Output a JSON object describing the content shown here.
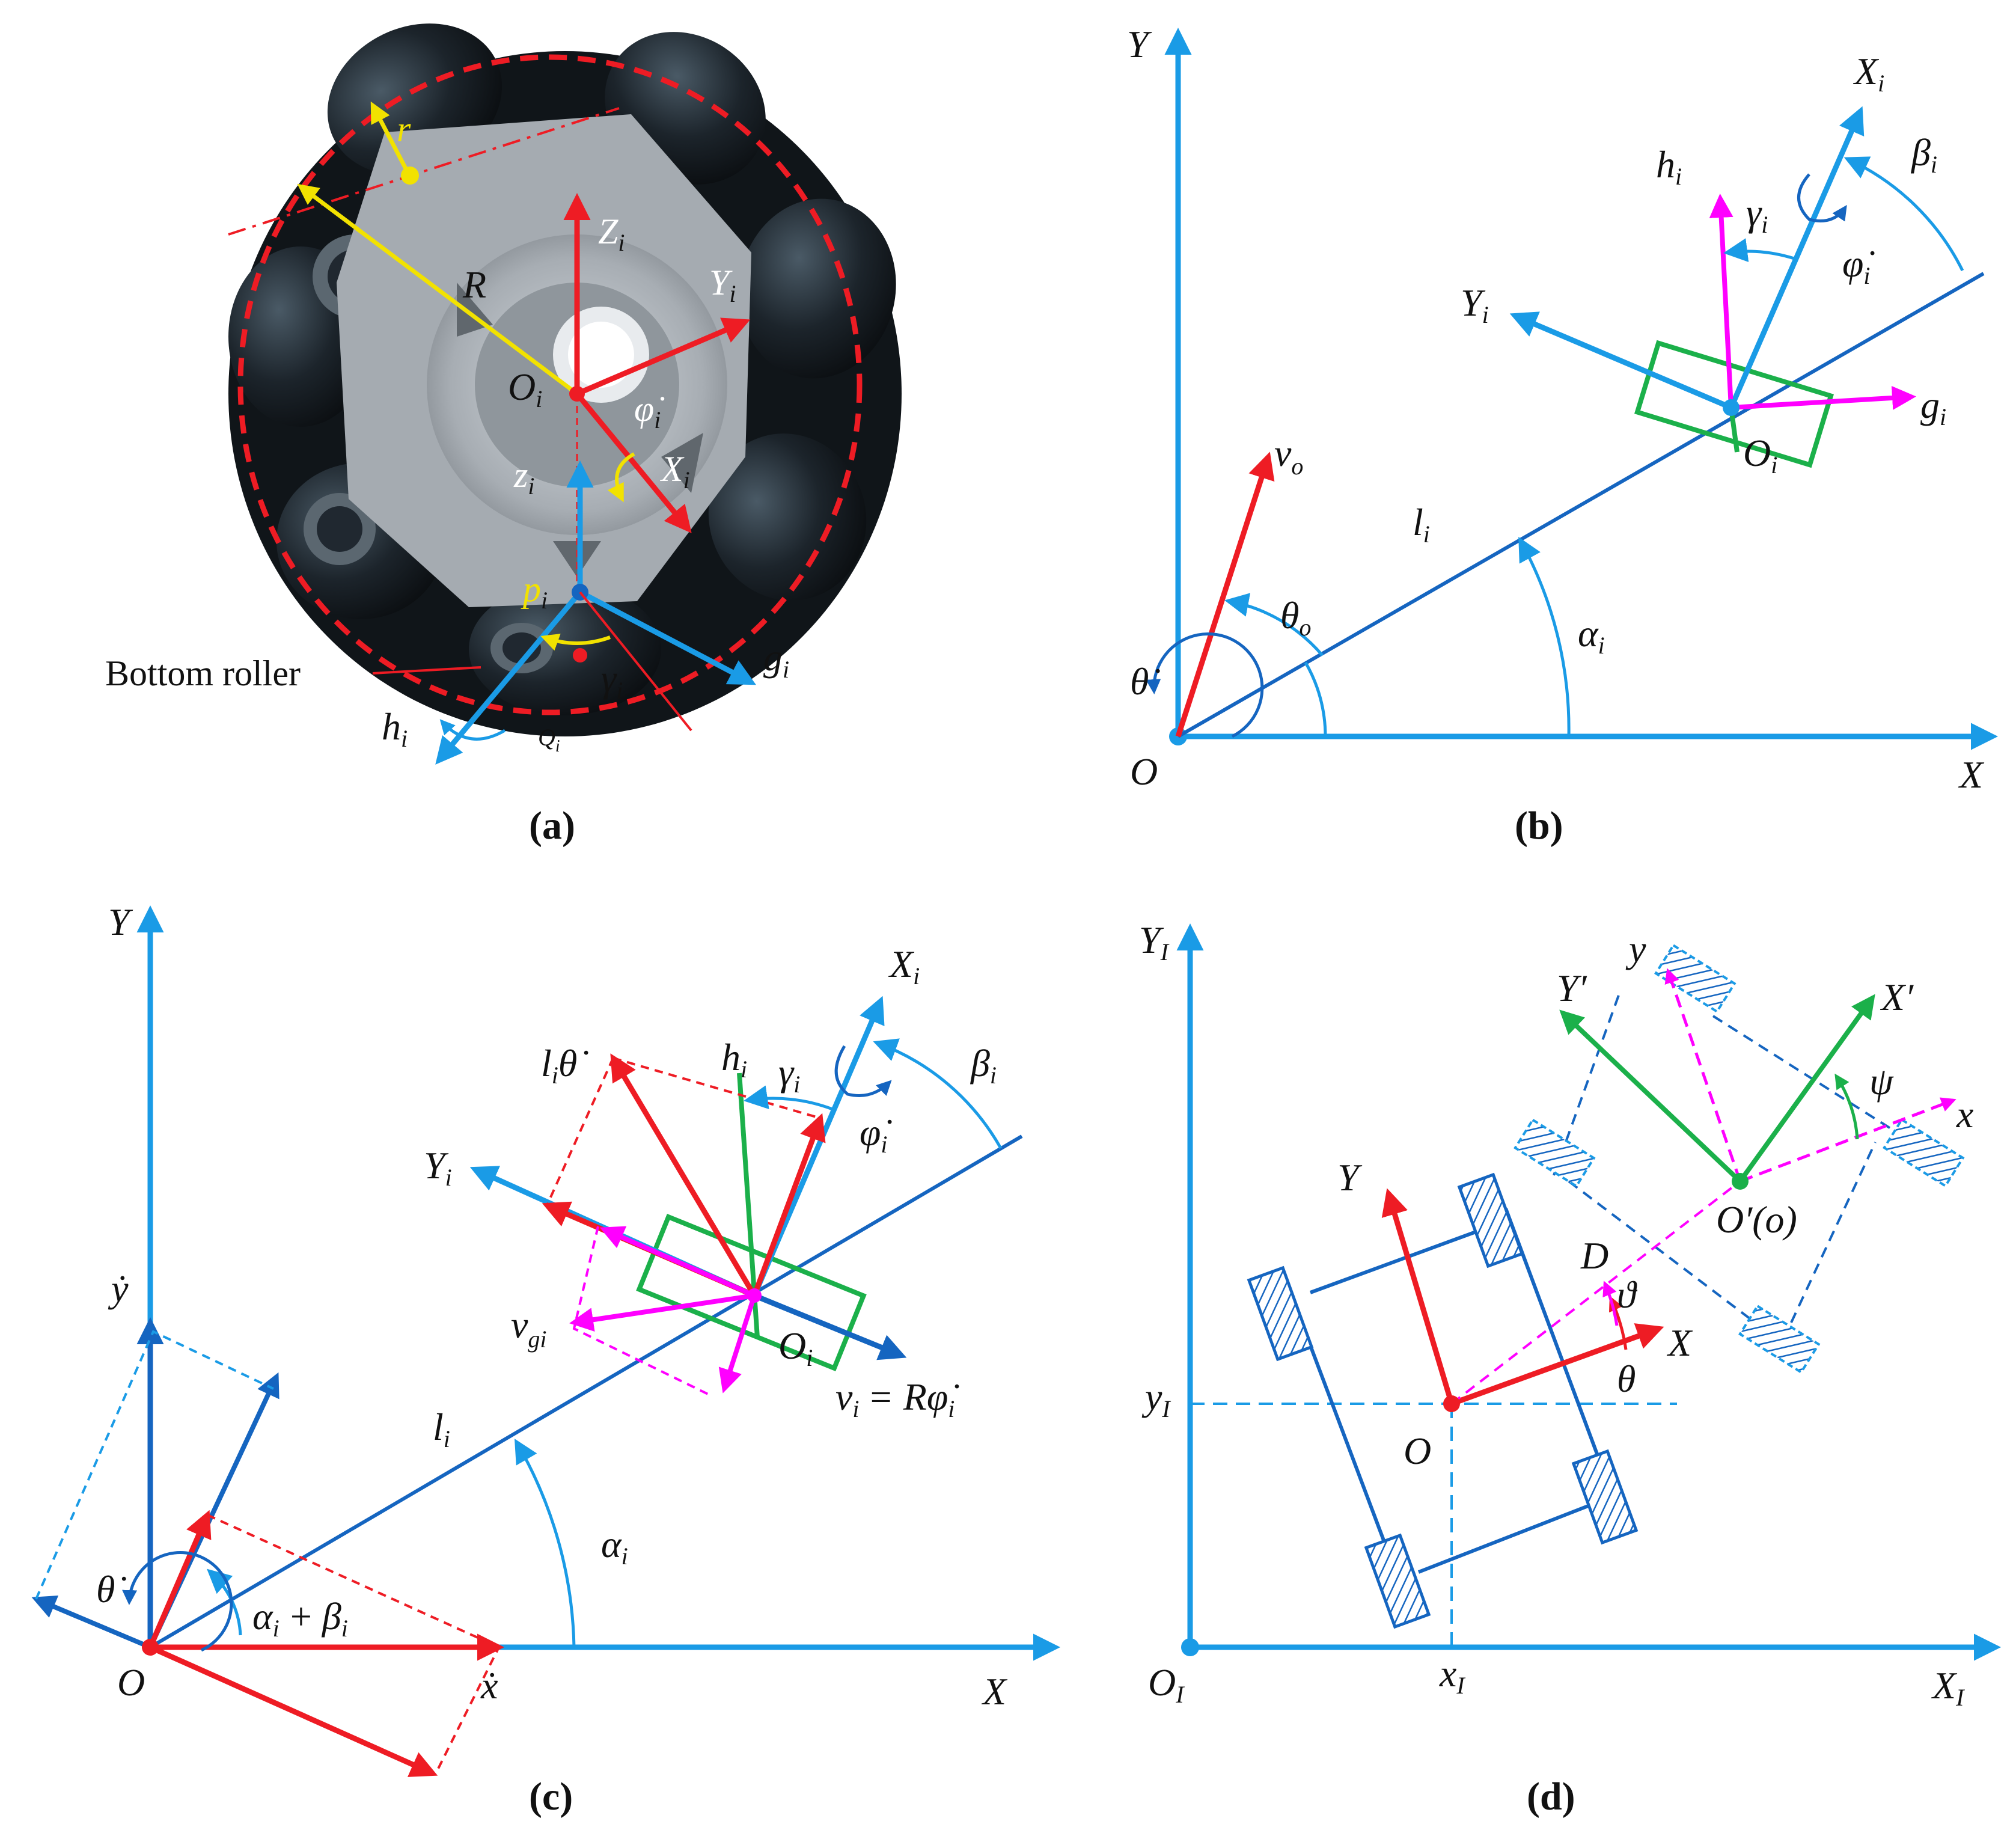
{
  "colors": {
    "axis_blue": "#1a9be6",
    "dark_blue": "#1565c0",
    "red": "#ee1c24",
    "magenta": "#ff00ff",
    "green": "#1bb04a",
    "yellow": "#f2e200"
  },
  "panel_a": {
    "caption": "(a)",
    "r": "r",
    "R": "R",
    "Z": "Z",
    "Y": "Y",
    "X": "X",
    "O": "O",
    "phi": "φ̇",
    "z": "z",
    "p": "p",
    "gamma": "γ",
    "g": "g",
    "h": "h",
    "Q": "Q",
    "sub_i": "i",
    "bottom_roller": "Bottom roller"
  },
  "panel_b": {
    "caption": "(b)",
    "Y": "Y",
    "X": "X",
    "O": "O",
    "Xi": "X",
    "Yi": "Y",
    "hi": "h",
    "gi": "g",
    "Oi": "O",
    "gamma": "γ",
    "phi": "φ̇",
    "beta": "β",
    "li": "l",
    "alpha": "α",
    "vo": "v",
    "sub_o": "o",
    "theta_o": "θ",
    "theta_dot": "θ̇",
    "sub_i": "i"
  },
  "panel_c": {
    "caption": "(c)",
    "Y": "Y",
    "X": "X",
    "O": "O",
    "ydot": "ẏ",
    "xdot": "ẋ",
    "theta_dot": "θ̇",
    "Xi": "X",
    "Yi": "Y",
    "hi": "h",
    "Oi": "O",
    "gamma": "γ",
    "phi": "φ̇",
    "beta": "β",
    "li": "l",
    "alpha": "α",
    "li_theta": "θ̇",
    "vgi": "v",
    "sub_gi": "gi",
    "vi_eq": "= Rφ̇",
    "vi": "v",
    "alpha_beta": "+",
    "sub_i": "i"
  },
  "panel_d": {
    "caption": "(d)",
    "YI": "Y",
    "XI": "X",
    "OI": "O",
    "sub_I": "I",
    "yI": "y",
    "xI": "x",
    "Y": "Y",
    "X": "X",
    "O": "O",
    "Yp": "Y′",
    "Xp": "X′",
    "y": "y",
    "x": "x",
    "psi": "ψ",
    "Op": "O′(o)",
    "D": "D",
    "vartheta": "ϑ",
    "theta": "θ"
  }
}
